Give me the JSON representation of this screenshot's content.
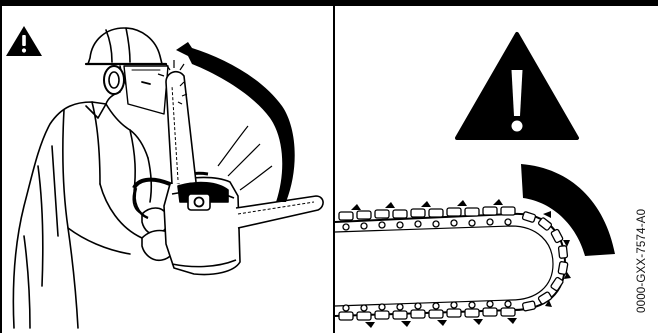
{
  "figure": {
    "image_code": "0000-GXX-7574-A0"
  },
  "left_panel": {
    "warning_icon": "warning-triangle-exclamation-icon",
    "illustration": "operator-kickback-illustration",
    "rotation_arrow": "curved-arrow-icon"
  },
  "right_panel": {
    "warning_icon": "warning-triangle-exclamation-icon",
    "danger_zone": "kickback-zone-quadrant",
    "illustration": "chain-bar-nose-illustration"
  },
  "colors": {
    "ink": "#000000",
    "paper": "#ffffff"
  }
}
